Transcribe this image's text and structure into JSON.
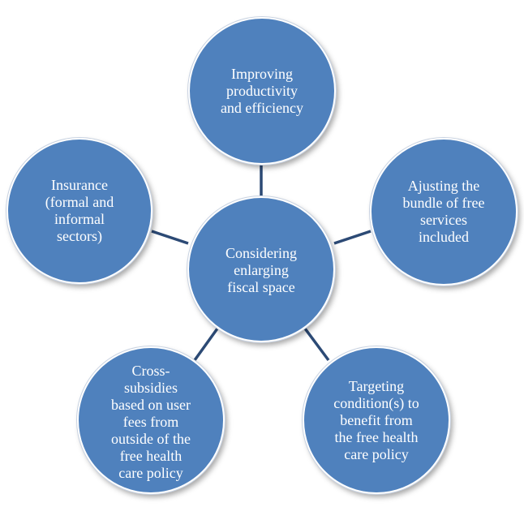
{
  "diagram": {
    "center": "Considering\nenlarging\nfiscal space",
    "nodes": {
      "top": "Improving\nproductivity\nand efficiency",
      "right": "Ajusting the\nbundle of free\nservices\nincluded",
      "left": "Insurance\n(formal and\ninformal\nsectors)",
      "bottom_left": "Cross-\nsubsidies\nbased on user\nfees from\noutside of the\nfree health\ncare policy",
      "bottom_right": "Targeting\ncondition(s) to\nbenefit from\nthe free health\ncare policy"
    },
    "colors": {
      "node_fill": "#4f81bd",
      "connector": "#2c4a75",
      "text": "#ffffff"
    }
  }
}
